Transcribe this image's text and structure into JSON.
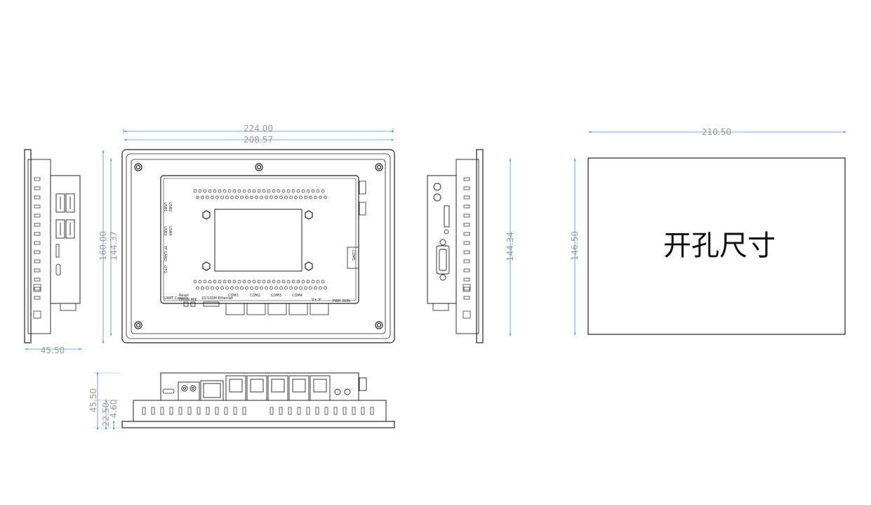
{
  "dimensions": {
    "front_width_outer": "224.00",
    "front_width_inner": "208.57",
    "front_height_outer": "160.00",
    "front_height_inner": "144.37",
    "side_right_height": "144.34",
    "side_left_depth": "45.50",
    "bottom_depth_total": "45.50",
    "bottom_depth_body": "22.50",
    "bottom_bezel": "4.60",
    "cutout_width": "210.50",
    "cutout_height": "146.50"
  },
  "cutout": {
    "label": "开孔尺寸"
  },
  "ports": {
    "usb1": "USB1",
    "usb2": "USB2",
    "usb3": "USB3",
    "usb4": "USB4",
    "tf_card": "TF CARD",
    "otg": "OTG",
    "uart_console": "UART Console",
    "reset": "Reset",
    "phone": "Phone",
    "mic": "MIC",
    "ethernet": "10/100M Ethernet",
    "com1": "COM1",
    "com2": "COM2",
    "com3": "COM3",
    "com4": "COM4",
    "com5": "COM5",
    "power": "V+ V-",
    "pwr": "PWR",
    "run": "RUN"
  },
  "colors": {
    "line": "#222222",
    "dimension": "#4a90d9",
    "dim_text": "#9a9a9a"
  }
}
